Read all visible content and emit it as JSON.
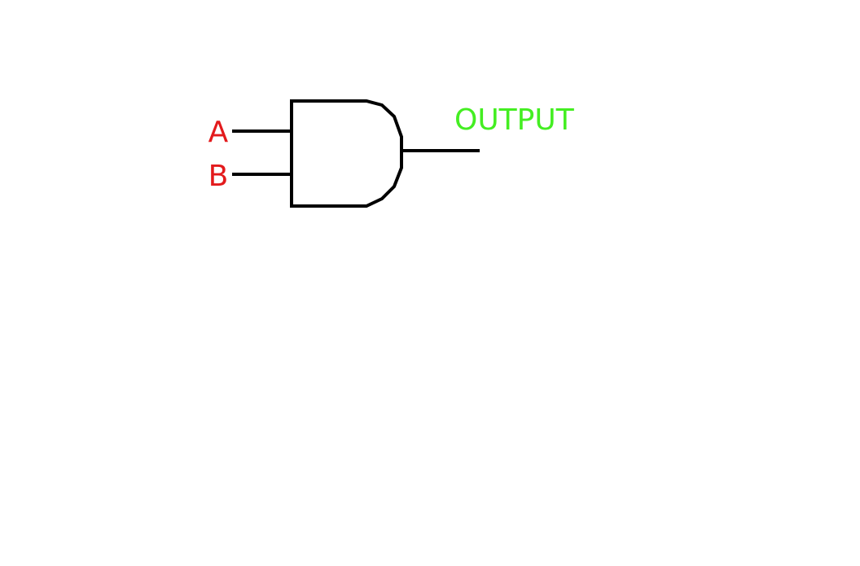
{
  "diagram": {
    "gate_type": "AND",
    "inputs": [
      {
        "label": "A",
        "color": "#e31a1c"
      },
      {
        "label": "B",
        "color": "#e31a1c"
      }
    ],
    "output": {
      "label": "OUTPUT",
      "color": "#44ee22"
    },
    "stroke_color": "#000000"
  }
}
